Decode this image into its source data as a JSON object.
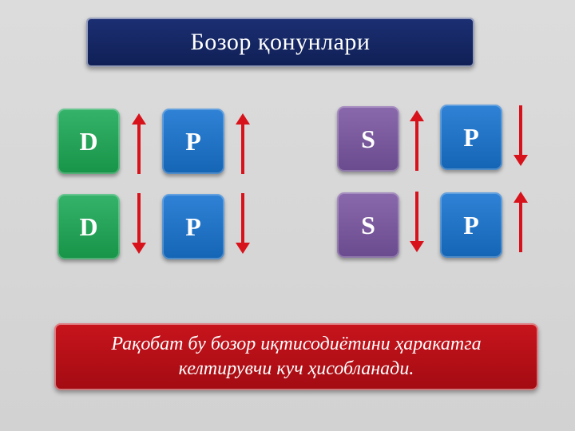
{
  "title": "Бозор қонунлари",
  "left_group": {
    "rows": [
      {
        "tile1": "D",
        "arrow1": "up",
        "tile2": "P",
        "arrow2": "up"
      },
      {
        "tile1": "D",
        "arrow1": "down",
        "tile2": "P",
        "arrow2": "down"
      }
    ]
  },
  "right_group": {
    "rows": [
      {
        "tile1": "S",
        "arrow1": "up",
        "tile2": "P",
        "arrow2": "down"
      },
      {
        "tile1": "S",
        "arrow1": "down",
        "tile2": "P",
        "arrow2": "up"
      }
    ]
  },
  "conclusion": {
    "line1": "Рақобат бу бозор иқтисодиётини ҳаракатга",
    "line2": "келтирувчи куч ҳисобланади."
  },
  "colors": {
    "title_bg": "#14266a",
    "demand_tile": "#1f9c52",
    "price_tile": "#1a6cc0",
    "supply_tile": "#7a5a9e",
    "arrow": "#d8121b",
    "conclusion_bg": "#b80f17"
  }
}
